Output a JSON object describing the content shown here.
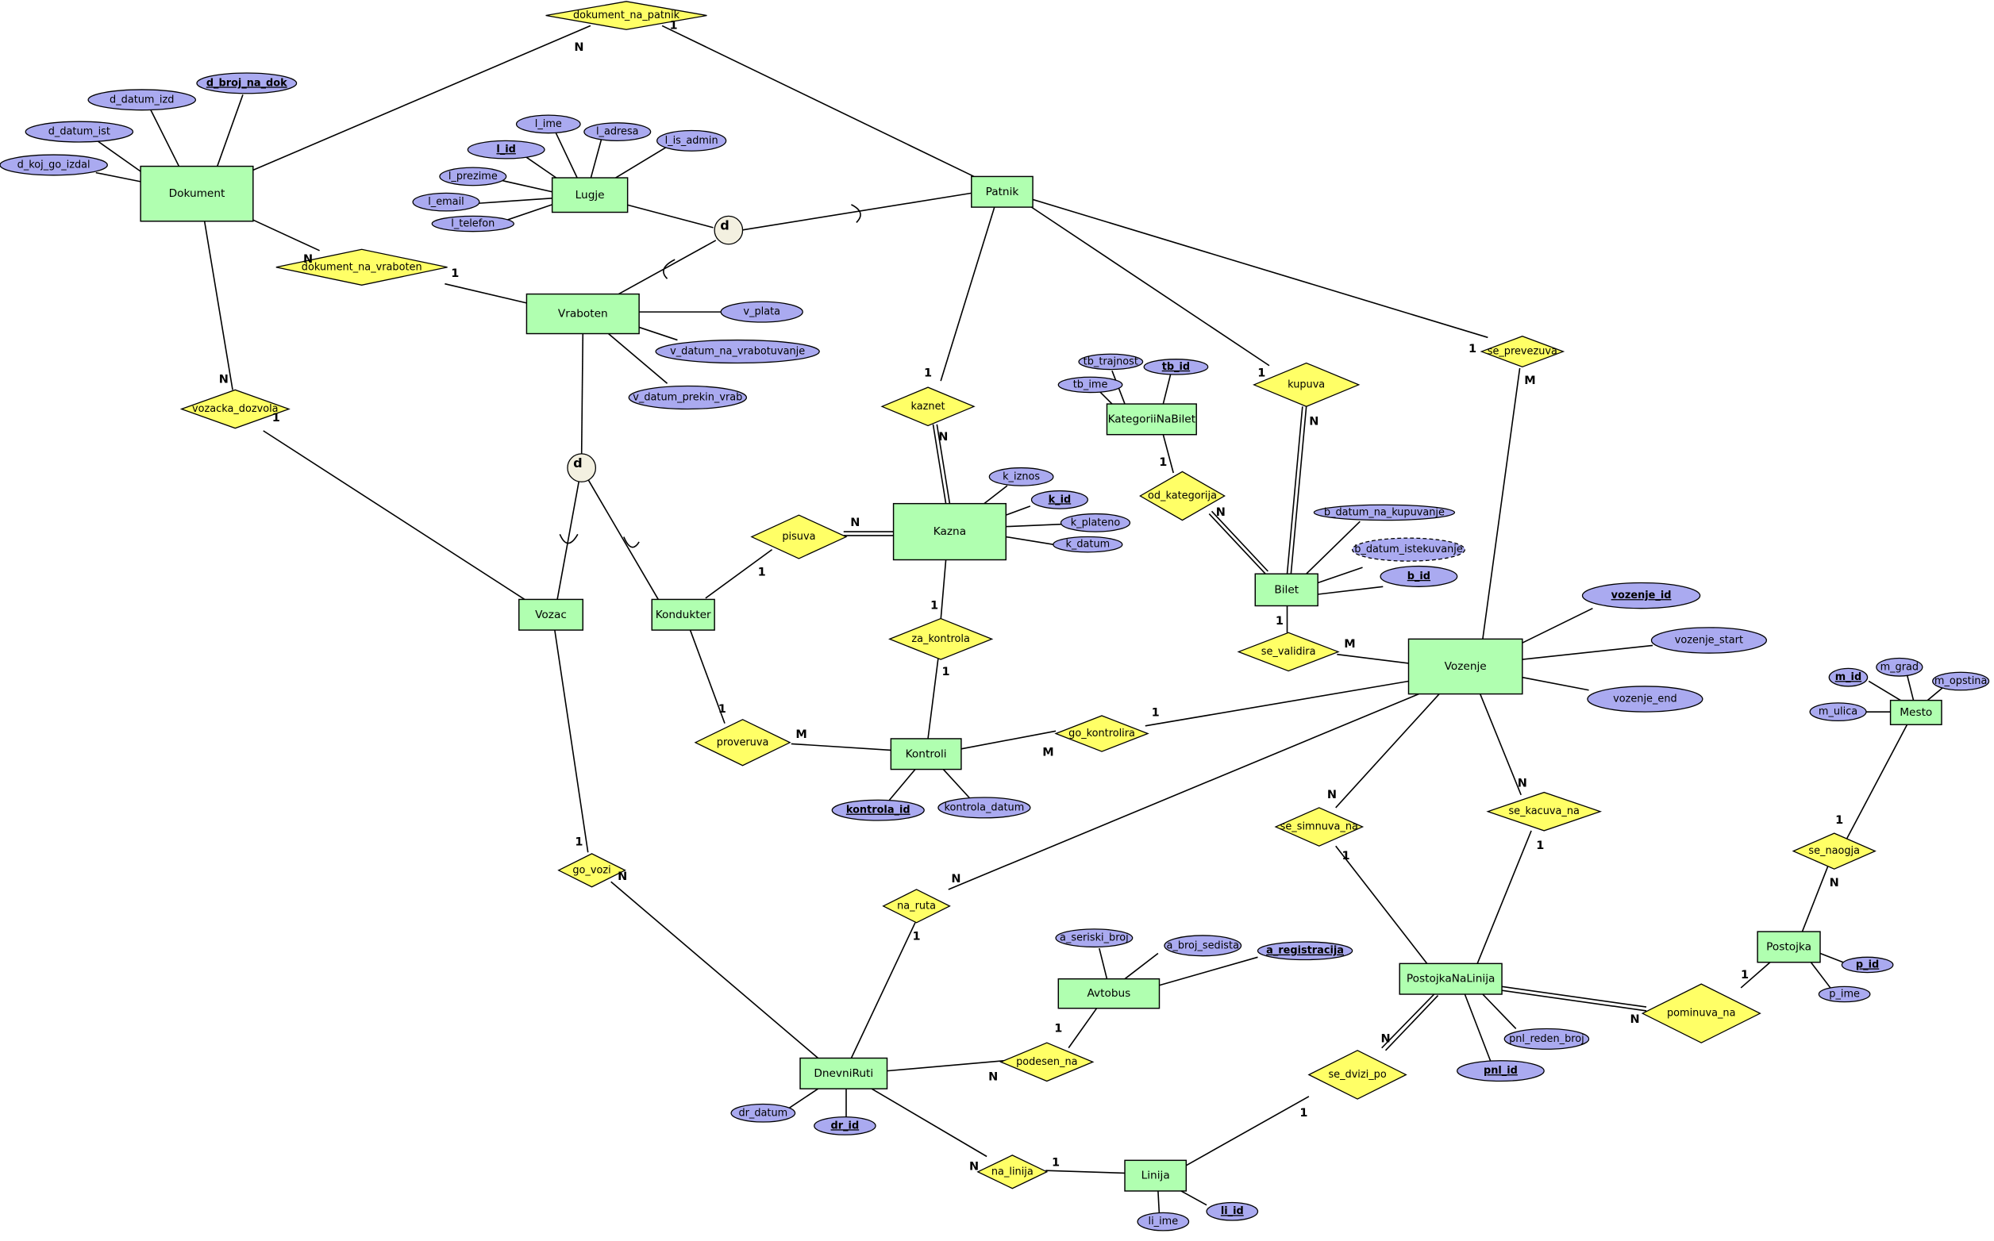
{
  "diagram": {
    "type": "ER diagram",
    "entities": [
      {
        "id": "dokument",
        "label": "Dokument"
      },
      {
        "id": "lugje",
        "label": "Lugje"
      },
      {
        "id": "patnik",
        "label": "Patnik"
      },
      {
        "id": "vraboten",
        "label": "Vraboten"
      },
      {
        "id": "vozac",
        "label": "Vozac"
      },
      {
        "id": "kondukter",
        "label": "Kondukter"
      },
      {
        "id": "kazna",
        "label": "Kazna"
      },
      {
        "id": "kategorii",
        "label": "KategoriiNaBilet"
      },
      {
        "id": "bilet",
        "label": "Bilet"
      },
      {
        "id": "vozenje",
        "label": "Vozenje"
      },
      {
        "id": "kontroli",
        "label": "Kontroli"
      },
      {
        "id": "mesto",
        "label": "Mesto"
      },
      {
        "id": "postojka",
        "label": "Postojka"
      },
      {
        "id": "pnl",
        "label": "PostojkaNaLinija"
      },
      {
        "id": "avtobus",
        "label": "Avtobus"
      },
      {
        "id": "dnevniruti",
        "label": "DnevniRuti"
      },
      {
        "id": "linija",
        "label": "Linija"
      }
    ],
    "relationships": [
      {
        "id": "dokument_na_patnik",
        "label": "dokument_na_patnik"
      },
      {
        "id": "dokument_na_vraboten",
        "label": "dokument_na_vraboten"
      },
      {
        "id": "vozacka_dozvola",
        "label": "vozacka_dozvola"
      },
      {
        "id": "kaznet",
        "label": "kaznet"
      },
      {
        "id": "kupuva",
        "label": "kupuva"
      },
      {
        "id": "se_prevezuva",
        "label": "se_prevezuva"
      },
      {
        "id": "pisuva",
        "label": "pisuva"
      },
      {
        "id": "od_kategorija",
        "label": "od_kategorija"
      },
      {
        "id": "za_kontrola",
        "label": "za_kontrola"
      },
      {
        "id": "se_validira",
        "label": "se_validira"
      },
      {
        "id": "proveruva",
        "label": "proveruva"
      },
      {
        "id": "go_kontrolira",
        "label": "go_kontrolira"
      },
      {
        "id": "se_simnuva_na",
        "label": "se_simnuva_na"
      },
      {
        "id": "se_kacuva_na",
        "label": "se_kacuva_na"
      },
      {
        "id": "se_naogja",
        "label": "se_naogja"
      },
      {
        "id": "go_vozi",
        "label": "go_vozi"
      },
      {
        "id": "na_ruta",
        "label": "na_ruta"
      },
      {
        "id": "podesen_na",
        "label": "podesen_na"
      },
      {
        "id": "pominuva_na",
        "label": "pominuva_na"
      },
      {
        "id": "se_dvizi_po",
        "label": "se_dvizi_po"
      },
      {
        "id": "na_linija",
        "label": "na_linija"
      }
    ],
    "attributes": {
      "d_broj_na_dok": "d_broj_na_dok",
      "d_datum_izd": "d_datum_izd",
      "d_datum_ist": "d_datum_ist",
      "d_koj_go_izdal": "d_koj_go_izdal",
      "l_ime": "l_ime",
      "l_adresa": "l_adresa",
      "l_is_admin": "l_is_admin",
      "l_id": "l_id",
      "l_prezime": "l_prezime",
      "l_email": "l_email",
      "l_telefon": "l_telefon",
      "v_plata": "v_plata",
      "v_datum_na_vrabotuvanje": "v_datum_na_vrabotuvanje",
      "v_datum_prekin_vrab": "v_datum_prekin_vrab",
      "tb_trajnost": "tb_trajnost",
      "tb_id": "tb_id",
      "tb_ime": "tb_ime",
      "k_iznos": "k_iznos",
      "k_id": "k_id",
      "k_plateno": "k_plateno",
      "k_datum": "k_datum",
      "b_datum_na_kupuvanje": "b_datum_na_kupuvanje",
      "b_datum_istekuvanje": "b_datum_istekuvanje",
      "b_id": "b_id",
      "vozenje_id": "vozenje_id",
      "vozenje_start": "vozenje_start",
      "vozenje_end": "vozenje_end",
      "kontrola_id": "kontrola_id",
      "kontrola_datum": "kontrola_datum",
      "m_id": "m_id",
      "m_grad": "m_grad",
      "m_opstina": "m_opstina",
      "m_ulica": "m_ulica",
      "a_seriski_broj": "a_seriski_broj",
      "a_broj_sedista": "a_broj_sedista",
      "a_registracija": "a_registracija",
      "p_id": "p_id",
      "p_ime": "p_ime",
      "pnl_reden_broj": "pnl_reden_broj",
      "pnl_id": "pnl_id",
      "dr_datum": "dr_datum",
      "dr_id": "dr_id",
      "li_ime": "li_ime",
      "li_id": "li_id"
    },
    "specializations": [
      {
        "id": "spec1",
        "label": "d",
        "superclass": "Lugje",
        "subclasses": [
          "Patnik",
          "Vraboten"
        ]
      },
      {
        "id": "spec2",
        "label": "d",
        "superclass": "Vraboten",
        "subclasses": [
          "Vozac",
          "Kondukter"
        ]
      }
    ],
    "cardinality": {
      "one": "1",
      "many_n": "N",
      "many_m": "M"
    }
  }
}
